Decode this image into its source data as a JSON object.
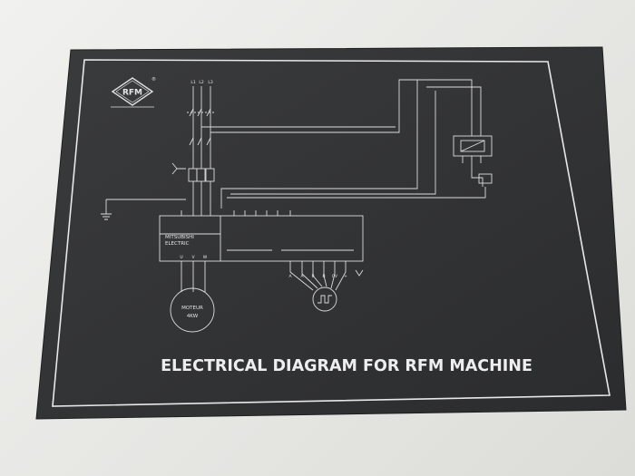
{
  "title": "ELECTRICAL DIAGRAM FOR RFM MACHINE",
  "logo": {
    "text": "RFM",
    "mark": "®"
  },
  "supply": [
    "L1",
    "L2",
    "L3"
  ],
  "vfd": {
    "brand_line1": "MITSUBISHI",
    "brand_line2": "ELECTRIC",
    "outputs": [
      "U",
      "V",
      "W"
    ]
  },
  "motor": {
    "label": "MOTEUR",
    "power": "4KW"
  },
  "encoder": {
    "terminals": [
      "A",
      "A",
      "B",
      "B",
      "0V",
      "+"
    ]
  },
  "colors": {
    "plate": "#313234",
    "line": "#dcdcdc",
    "border": "#e8e8e8"
  }
}
